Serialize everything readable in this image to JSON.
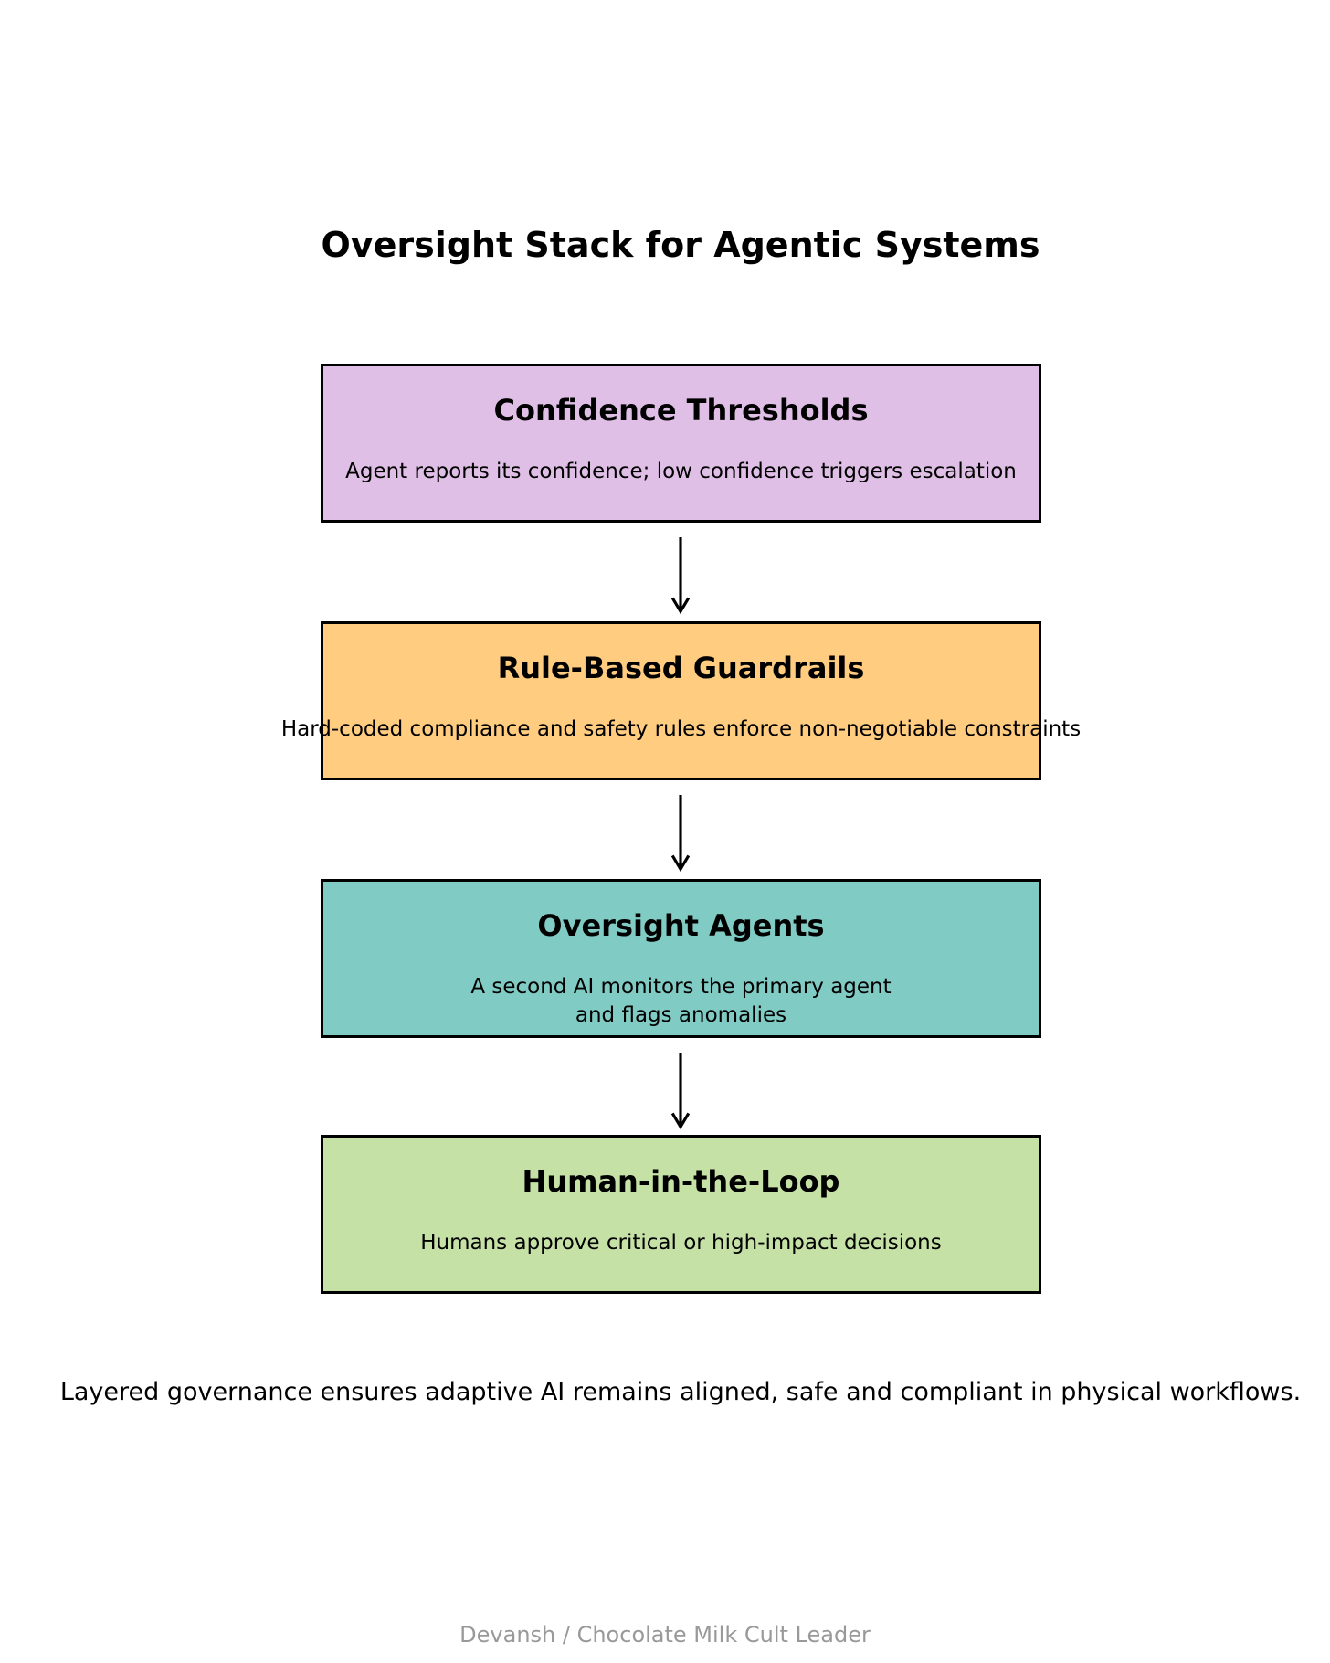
{
  "title": "Oversight Stack for Agentic Systems",
  "layers": [
    {
      "name": "Confidence Thresholds",
      "description": "Agent reports its confidence; low confidence triggers escalation",
      "color": "#E0BFE7"
    },
    {
      "name": "Rule-Based Guardrails",
      "description": "Hard-coded compliance and safety rules enforce non-negotiable constraints",
      "color": "#FFCC80"
    },
    {
      "name": "Oversight Agents",
      "description": "A second AI monitors the primary agent\nand flags anomalies",
      "color": "#80CBC4"
    },
    {
      "name": "Human-in-the-Loop",
      "description": "Humans approve critical or high-impact decisions",
      "color": "#C5E1A5"
    }
  ],
  "caption": "Layered governance ensures adaptive AI remains aligned, safe and compliant in physical workflows.",
  "footer": "Devansh / Chocolate Milk Cult Leader",
  "colors": {
    "background": "#ffffff",
    "border": "#000000",
    "arrow": "#000000",
    "text": "#000000",
    "footer_text": "#999999"
  }
}
